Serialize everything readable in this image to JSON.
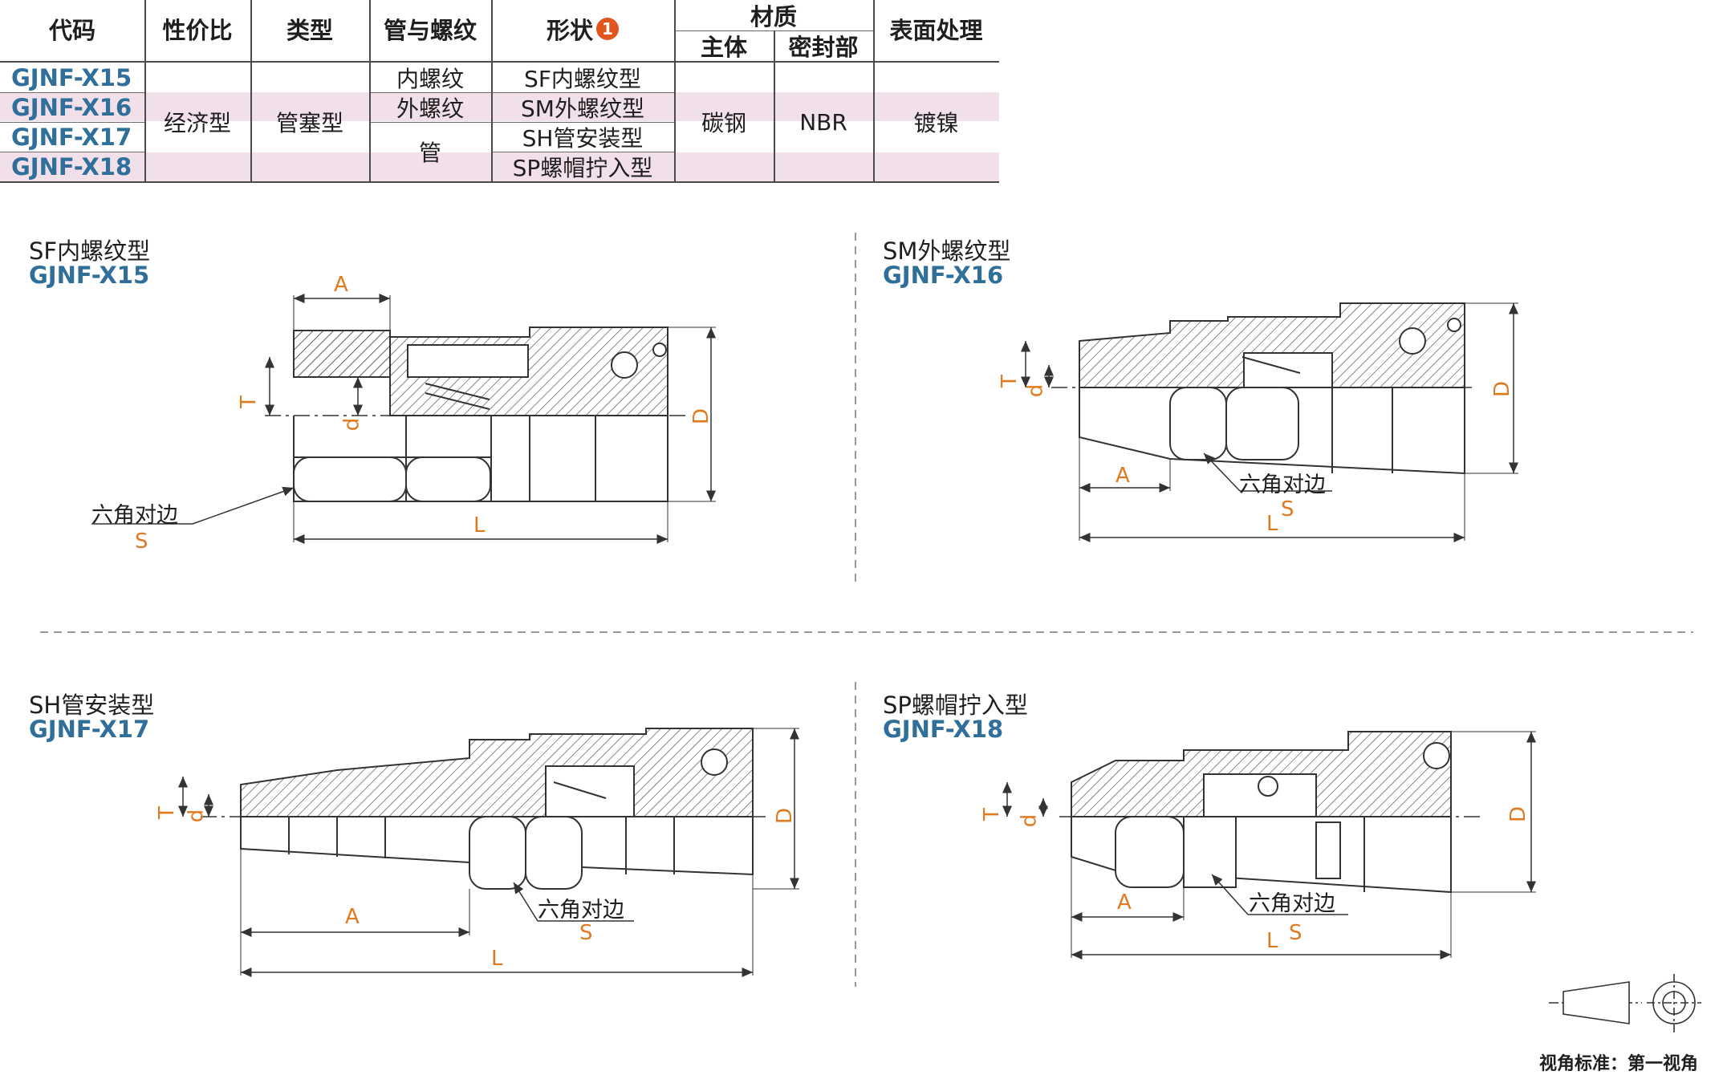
{
  "table": {
    "headers": {
      "code": "代码",
      "value": "性价比",
      "type": "类型",
      "pipe_thread": "管与螺纹",
      "shape": "形状",
      "shape_note": "1",
      "material": "材质",
      "material_body": "主体",
      "material_seal": "密封部",
      "surface": "表面处理"
    },
    "codes": [
      "GJNF-X15",
      "GJNF-X16",
      "GJNF-X17",
      "GJNF-X18"
    ],
    "value": "经济型",
    "type": "管塞型",
    "pipe_thread": [
      "内螺纹",
      "外螺纹",
      "管"
    ],
    "shapes": [
      "SF内螺纹型",
      "SM外螺纹型",
      "SH管安装型",
      "SP螺帽拧入型"
    ],
    "material_body": "碳钢",
    "material_seal": "NBR",
    "surface": "镀镍"
  },
  "panels": [
    {
      "title": "SF内螺纹型",
      "code": "GJNF-X15",
      "hex": "六角对边"
    },
    {
      "title": "SM外螺纹型",
      "code": "GJNF-X16",
      "hex": "六角对边"
    },
    {
      "title": "SH管安装型",
      "code": "GJNF-X17",
      "hex": "六角对边"
    },
    {
      "title": "SP螺帽拧入型",
      "code": "GJNF-X18",
      "hex": "六角对边"
    }
  ],
  "dims": {
    "A": "A",
    "L": "L",
    "S": "S",
    "T": "T",
    "d": "d",
    "D": "D"
  },
  "view_standard": "视角标准：第一视角",
  "colors": {
    "accent_orange": "#e07a1f",
    "code_blue": "#2f6f9a",
    "row_pink": "#f1dfea",
    "badge": "#e0561b"
  }
}
